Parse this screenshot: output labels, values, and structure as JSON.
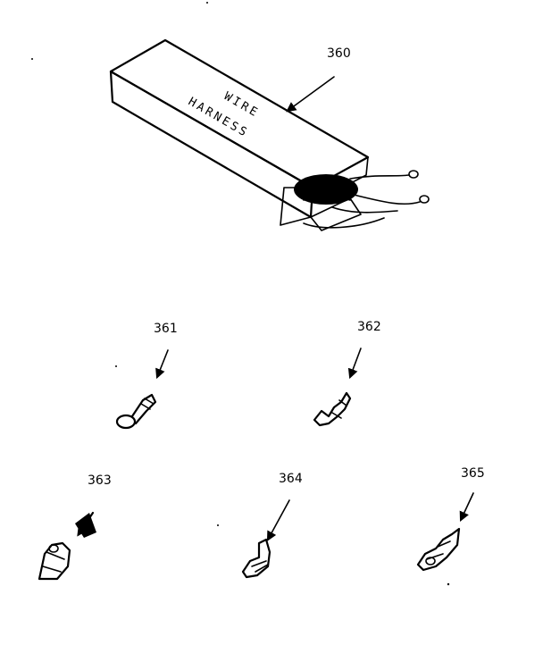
{
  "box_text": {
    "line1": "WIRE",
    "line2": "HARNESS"
  },
  "callouts": {
    "c360": "360",
    "c361": "361",
    "c362": "362",
    "c363": "363",
    "c364": "364",
    "c365": "365"
  },
  "colors": {
    "ink": "#000000",
    "paper": "#ffffff"
  }
}
